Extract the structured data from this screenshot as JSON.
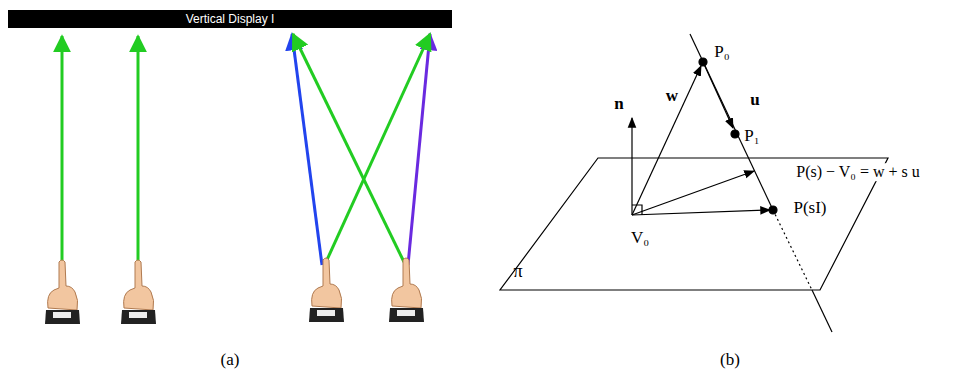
{
  "diagram": {
    "nodes": [
      {
        "text": [
          "Vertical Display I"
        ]
      }
    ],
    "labels": [
      "(a)",
      "(b)",
      "P₀",
      "P₁",
      "w",
      "u",
      "n",
      "P(s) − V₀ = w + s u",
      "V₀",
      "P(sI)",
      "π"
    ]
  }
}
